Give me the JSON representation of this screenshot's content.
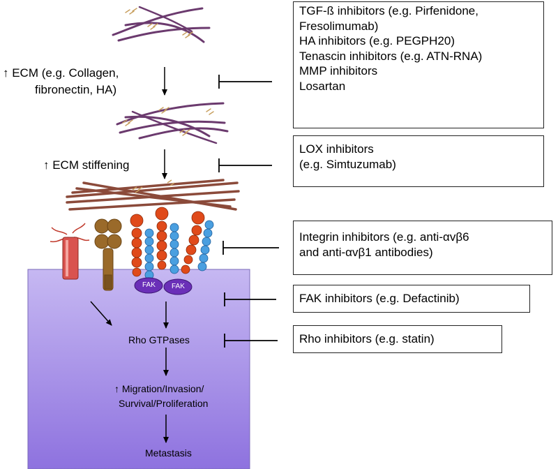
{
  "left_labels": {
    "ecm_line1": "↑ ECM (e.g. Collagen,",
    "ecm_line2": "fibronectin, HA)",
    "stiffening": "↑ ECM stiffening"
  },
  "cell_labels": {
    "fak_left": "FAK",
    "fak_right": "FAK",
    "rho": "Rho GTPases",
    "outcome_line1": "↑ Migration/Invasion/",
    "outcome_line2": "Survival/Proliferation",
    "metastasis": "Metastasis"
  },
  "inhibitor_boxes": [
    {
      "lines": [
        "TGF-ß inhibitors (e.g. Pirfenidone,",
        "Fresolimumab)",
        "HA inhibitors (e.g. PEGPH20)",
        "Tenascin inhibitors (e.g. ATN-RNA)",
        "MMP inhibitors",
        "Losartan"
      ]
    },
    {
      "lines": [
        "LOX inhibitors",
        "(e.g. Simtuzumab)"
      ]
    },
    {
      "lines": [
        "Integrin inhibitors (e.g. anti-αvβ6",
        "and anti-αvβ1 antibodies)"
      ]
    },
    {
      "lines": [
        "FAK inhibitors (e.g. Defactinib)"
      ]
    },
    {
      "lines": [
        "Rho inhibitors (e.g. statin)"
      ]
    }
  ],
  "colors": {
    "fiber": "#6b3a6e",
    "fiber_stiff": "#8b4a3a",
    "crosslink": "#c8a060",
    "cell_top": "#b9a8ee",
    "cell_bottom": "#7f63d8",
    "receptor_red": "#d9534f",
    "receptor_brown": "#9a6a2a",
    "integrin_red": "#e04a1a",
    "integrin_blue": "#4a9fe0",
    "fak": "#6a2fb8"
  }
}
